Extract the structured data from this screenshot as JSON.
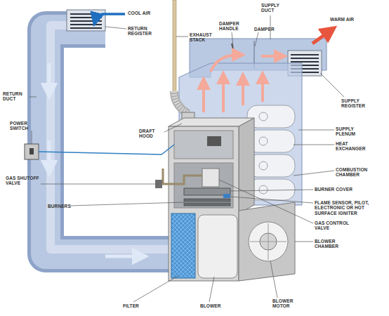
{
  "diagram": {
    "labels": [
      "COOL AIR",
      "SUPPLY DUCT",
      "WARM AIR",
      "DAMPER HANDLE",
      "DAMPER",
      "RETURN REGISTER",
      "EXHAUST STACK",
      "RETURN DUCT",
      "SUPPLY REGISTER",
      "POWER SWITCH",
      "DRAFT HOOD",
      "SUPPLY PLENUM",
      "HEAT EXCHANGER",
      "COMBUSTION CHAMBER",
      "GAS SHUTOFF VALVE",
      "BURNER COVER",
      "BURNERS",
      "FLAME SENSOR, PILOT, ELECTRONIC OR HOT SURFACE IGNITER",
      "GAS CONTROL VALVE",
      "BLOWER CHAMBER",
      "BLOWER MOTOR",
      "FILTER",
      "BLOWER"
    ]
  }
}
